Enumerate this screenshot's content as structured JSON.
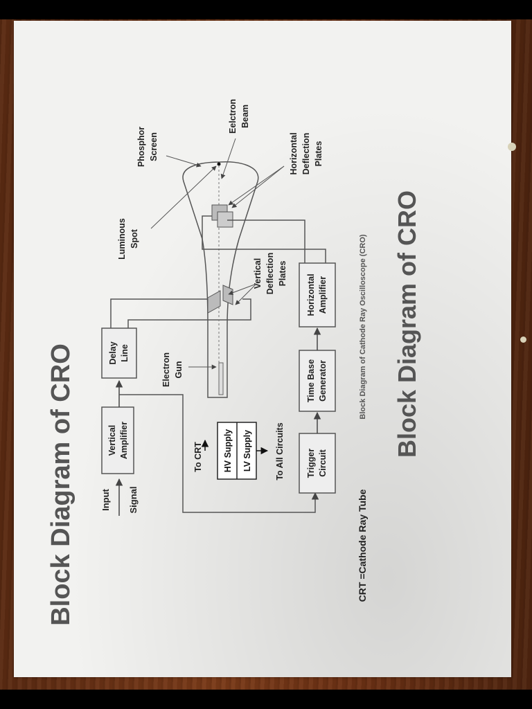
{
  "photo": {
    "heading_left": "Block Diagram of CRO",
    "heading_right": "Block Diagram of CRO",
    "caption": "Block Diagram of Cathode Ray Oscilloscope (CRO)",
    "footnote": "CRT =Cathode Ray Tube"
  },
  "blocks": {
    "vertical_amplifier": [
      "Vertical",
      "Amplifier"
    ],
    "delay_line": [
      "Delay",
      "Line"
    ],
    "trigger_circuit": [
      "Trigger",
      "Circuit"
    ],
    "time_base_generator": [
      "Time Base",
      "Generator"
    ],
    "horizontal_amplifier": [
      "Horizontal",
      "Amplifier"
    ],
    "hv_supply": "HV Supply",
    "lv_supply": "LV Supply"
  },
  "labels": {
    "input": "Input",
    "signal": "Signal",
    "to_crt": "To CRT",
    "to_all_circuits": "To All Circuits",
    "electron_gun": [
      "Electron",
      "Gun"
    ],
    "vertical_deflection_plates": [
      "Vertical",
      "Deflection",
      "Plates"
    ],
    "luminous_spot": [
      "Luminous",
      "Spot"
    ],
    "phosphor_screen": [
      "Phosphor",
      "Screen"
    ],
    "electron_beam": [
      "Eelctron",
      "Beam"
    ],
    "horizontal_deflection_plates": [
      "Horizontal",
      "Deflection",
      "Plates"
    ]
  },
  "colors": {
    "paper": "#f2f2f0",
    "ink": "#1c1c1c",
    "heading_ink": "#555555",
    "block_fill": "#eeeeee",
    "desk": "#6a3014"
  }
}
